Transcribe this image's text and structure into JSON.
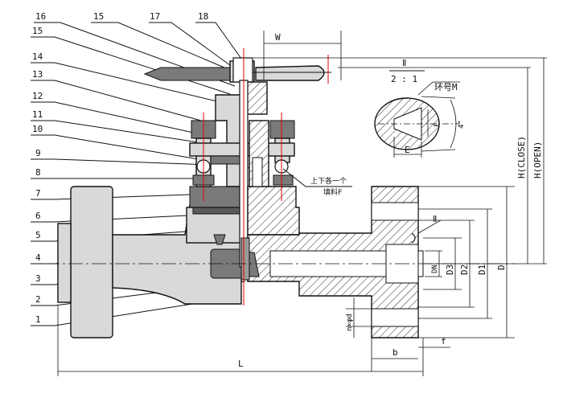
{
  "part_numbers": [
    "16",
    "15",
    "17",
    "18",
    "15",
    "14",
    "13",
    "12",
    "11",
    "10",
    "9",
    "8",
    "7",
    "6",
    "5",
    "4",
    "3",
    "2",
    "1"
  ],
  "dimensions": {
    "W": "W",
    "L": "L",
    "b": "b",
    "f": "f",
    "D": "D",
    "D1": "D1",
    "D2": "D2",
    "D3": "D3",
    "DN": "DN",
    "nxphid": "n×φd",
    "H_close": "H(CLOSE)",
    "H_open": "H(OPEN)",
    "E": "E",
    "F": "F",
    "angle": "4°"
  },
  "detail": {
    "view_mark": "Ⅱ",
    "scale": "2 : 1",
    "ring_label": "环号M",
    "section_mark": "Ⅱ"
  },
  "note": {
    "line1": "上下各一个",
    "line2": "填料F"
  },
  "colors": {
    "line": "#111111",
    "centerline": "#e00000",
    "steel": "#7a7a7a",
    "body": "#d9d9d9"
  }
}
